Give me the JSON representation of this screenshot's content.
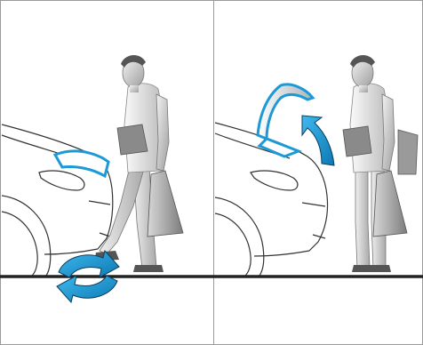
{
  "figure": {
    "panels": [
      {
        "id": "step-1",
        "description_visible_text": ""
      },
      {
        "id": "step-2",
        "description_visible_text": ""
      }
    ],
    "colors": {
      "outline": "#9a9a9a",
      "ground": "#222222",
      "arrow_fill": "#1d9ad6",
      "arrow_stroke": "#0b3d5c",
      "figure_light": "#e6e6e6",
      "figure_mid": "#bdbdbd",
      "figure_dark": "#6e6e6e",
      "car_line": "#333333"
    },
    "icons": [
      "kick-sensor-arrow-icon",
      "tailgate-open-arrow-icon",
      "person-with-bags",
      "car-rear"
    ]
  }
}
